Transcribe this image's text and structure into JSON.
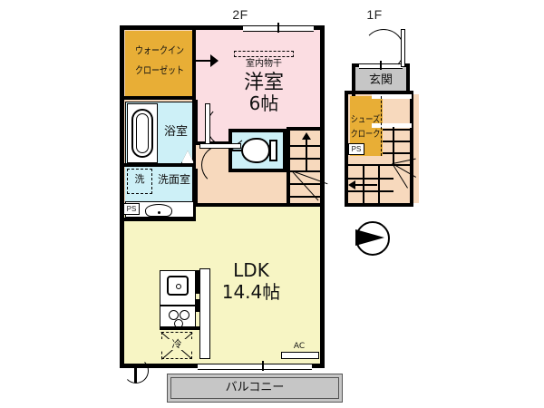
{
  "plan": {
    "floor_labels": {
      "second": "2F",
      "first": "1F"
    },
    "second_floor": {
      "rooms": [
        {
          "id": "walk_in_closet",
          "label": "ウォークイン\nクローゼット",
          "label_line1": "ウォークイン",
          "label_line2": "クローゼット",
          "color": "#e8ae36"
        },
        {
          "id": "western_room",
          "label": "洋室",
          "area": "6帖",
          "color": "#fbdde2"
        },
        {
          "id": "indoor_laundry",
          "label": "室内物干",
          "color": "#fbdde2"
        },
        {
          "id": "bathroom",
          "label": "浴室",
          "color": "#cdf0f7"
        },
        {
          "id": "washroom",
          "label": "洗面室",
          "color": "#cdf0f7"
        },
        {
          "id": "washer_space",
          "label": "洗",
          "color": "#ffffff"
        },
        {
          "id": "toilet",
          "label": "",
          "color": "#cdf0f7"
        },
        {
          "id": "ldk",
          "label": "LDK",
          "area": "14.4帖",
          "color": "#f7f5c4"
        },
        {
          "id": "refrigerator_space",
          "label": "冷",
          "color": "#f7f5c4"
        },
        {
          "id": "balcony",
          "label": "バルコニー",
          "color": "#c6c6c6"
        },
        {
          "id": "hallway",
          "label": "",
          "color": "#f7d9bd"
        },
        {
          "id": "stairs_2f",
          "label": "",
          "color": "#f7d9bd"
        }
      ],
      "markers": [
        {
          "id": "ps_2f",
          "label": "PS"
        },
        {
          "id": "ac_2f",
          "label": "AC"
        }
      ]
    },
    "first_floor": {
      "rooms": [
        {
          "id": "entrance",
          "label": "玄関",
          "color": "#c6c6c6"
        },
        {
          "id": "shoe_closet",
          "label": "シューズ\nクローク",
          "label_line1": "シューズ",
          "label_line2": "クローク",
          "color": "#e8ae36"
        },
        {
          "id": "stairs_1f",
          "label": "",
          "color": "#f7d9bd"
        }
      ],
      "markers": [
        {
          "id": "ps_1f",
          "label": "PS"
        }
      ]
    },
    "compass": {
      "id": "compass",
      "direction": "west"
    },
    "colors": {
      "wall": "#000000",
      "pink": "#fbdde2",
      "yellow": "#f7f5c4",
      "cream": "#f7d9bd",
      "orange": "#e8ae36",
      "cyan": "#cdf0f7",
      "gray": "#c6c6c6",
      "white": "#ffffff"
    }
  }
}
